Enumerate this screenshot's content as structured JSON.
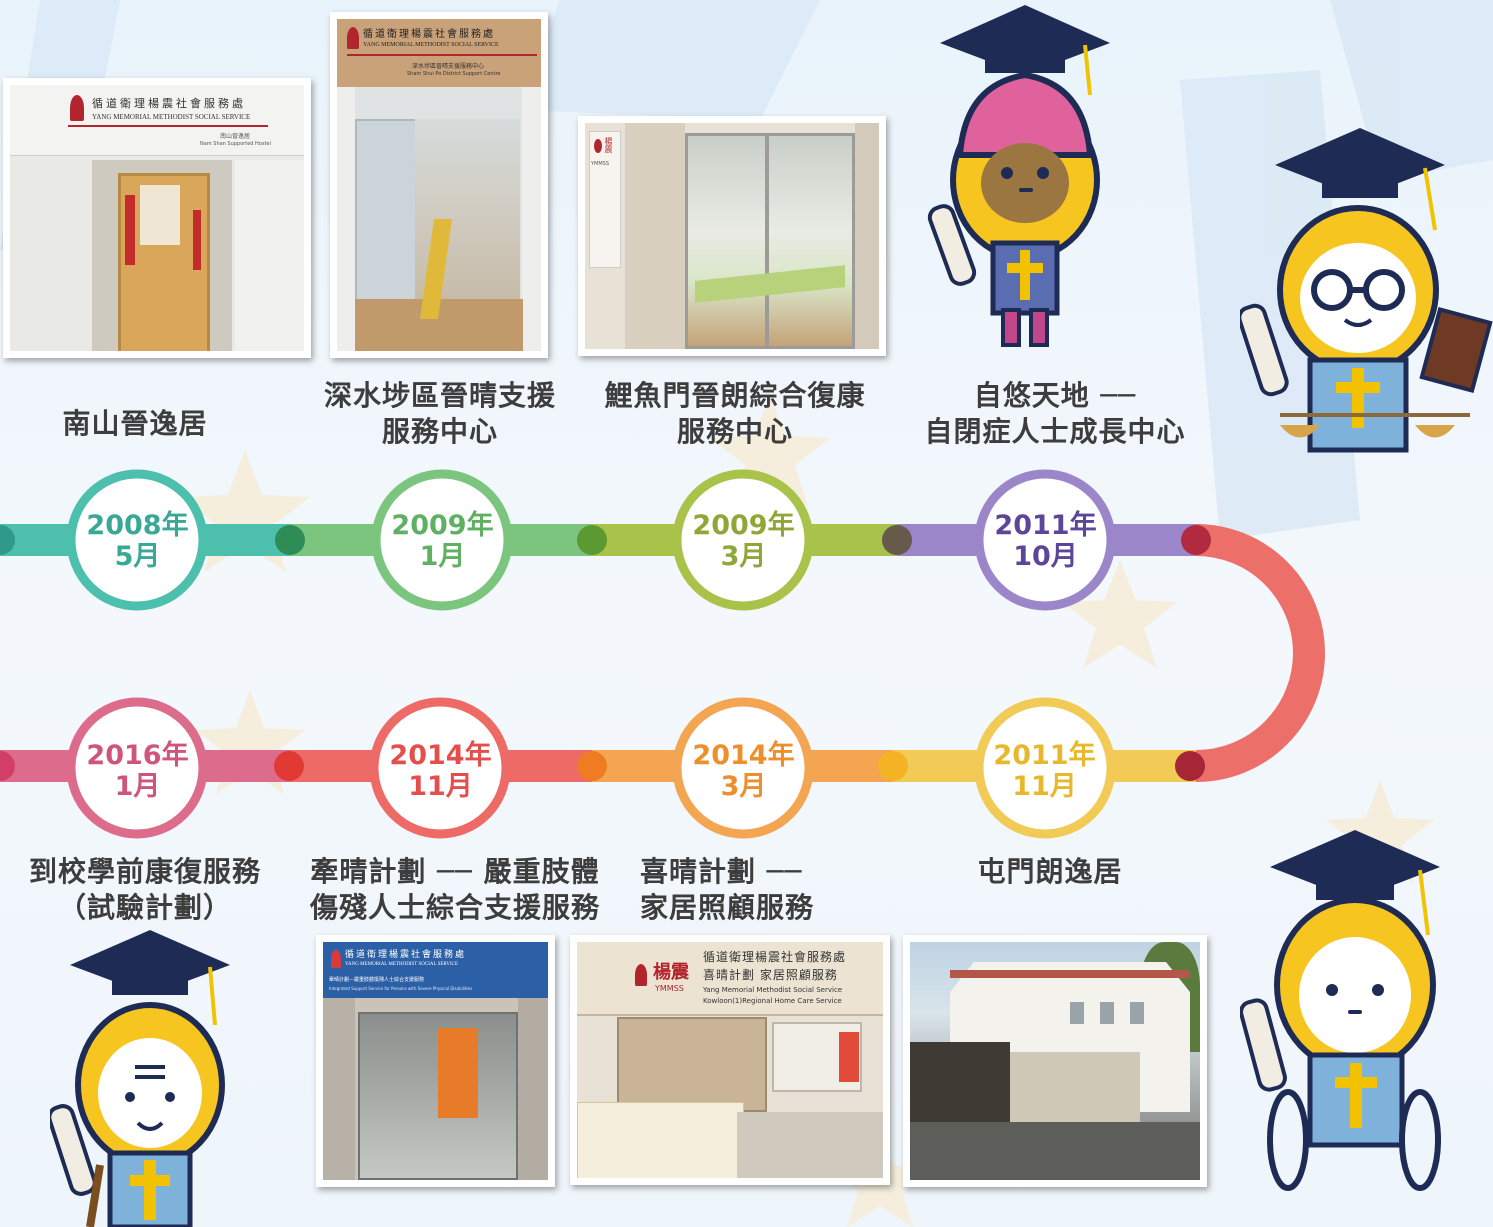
{
  "timeline": {
    "row1": [
      {
        "year": "2008年",
        "month": "5月",
        "title_lines": [
          "南山晉逸居"
        ],
        "color": "#4dbfad"
      },
      {
        "year": "2009年",
        "month": "1月",
        "title_lines": [
          "深水埗區晉晴支援",
          "服務中心"
        ],
        "color": "#7cc57e"
      },
      {
        "year": "2009年",
        "month": "3月",
        "title_lines": [
          "鯉魚門晉朗綜合復康",
          "服務中心"
        ],
        "color": "#a9c24a"
      },
      {
        "year": "2011年",
        "month": "10月",
        "title_lines": [
          "自悠天地 ──",
          "自閉症人士成長中心"
        ],
        "color": "#9b86c9"
      }
    ],
    "row2": [
      {
        "year": "2016年",
        "month": "1月",
        "title_lines": [
          "到校學前康復服務",
          "（試驗計劃）"
        ],
        "color": "#dd6c8c"
      },
      {
        "year": "2014年",
        "month": "11月",
        "title_lines": [
          "牽晴計劃 ── 嚴重肢體",
          "傷殘人士綜合支援服務"
        ],
        "color": "#ee6a67"
      },
      {
        "year": "2014年",
        "month": "3月",
        "title_lines": [
          "喜晴計劃 ──",
          "家居照顧服務"
        ],
        "color": "#f3a552"
      },
      {
        "year": "2011年",
        "month": "11月",
        "title_lines": [
          "屯門朗逸居"
        ],
        "color": "#f1cb55"
      }
    ]
  },
  "signs": {
    "s1_cn": "循道衛理楊震社會服務處",
    "s1_en": "YANG MEMORIAL METHODIST SOCIAL SERVICE",
    "s1_sub": "南山晉逸居",
    "s1_sub_en": "Nam Shan Supported Hostel",
    "s2_cn": "循道衛理楊震社會服務處",
    "s2_en": "YANG MEMORIAL METHODIST SOCIAL SERVICE",
    "s2_sub": "深水埗區晉晴支援服務中心",
    "s2_sub_en": "Sham Shui Po District Support Centre",
    "s3_brand": "楊震",
    "s3_brand_en": "YMMSS",
    "s4_cn": "循道衛理楊震社會服務處",
    "s4_en": "YANG MEMORIAL METHODIST SOCIAL SERVICE",
    "s4_sub": "牽晴計劃－嚴重肢體傷殘人士綜合支援服務",
    "s4_sub_en": "Integrated Support Service for Persons with Severe Physical Disabilities",
    "s5_brand": "楊震",
    "s5_brand_en": "YMMSS",
    "s5_cn": "循道衛理楊震社會服務處",
    "s5_cn2": "喜晴計劃  家居照顧服務",
    "s5_en": "Yang Memorial Methodist Social Service",
    "s5_en2": "Kowloon(1)Regional Home Care Service"
  }
}
